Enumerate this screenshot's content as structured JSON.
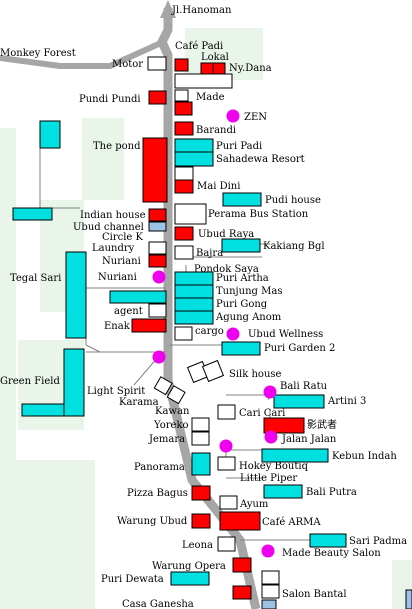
{
  "colors": {
    "road": "#a6a6a6",
    "leader": "#808080",
    "green_area": "#e8f5e8",
    "pond_label": "#4a7a4a",
    "red": "#ff0000",
    "cyan": "#00e0e0",
    "magenta": "#ee00ee",
    "light_blue": "#9cc2e6"
  },
  "roads": {
    "north": "Jl.Hanoman",
    "west": "Monkey Forest"
  },
  "labels": {
    "motor": "Motor",
    "cafe_padi": "Café Padi",
    "lokal": "Lokal",
    "ny_dana": "Ny.Dana",
    "pundi_pundi": "Pundi Pundi",
    "made": "Made",
    "zen": "ZEN",
    "barandi": "Barandi",
    "the_pond": "The pond",
    "puri_padi": "Puri Padi",
    "sahadewa": "Sahadewa Resort",
    "mai_dini": "Mai Dini",
    "pudi_house": "Pudi house",
    "indian_house": "Indian house",
    "perama": "Perama Bus Station",
    "ubud_channel": "Ubud channel",
    "ubud_raya": "Ubud Raya",
    "circle_k": "Circle K",
    "kakiang": "Kakiang Bgl",
    "laundry": "Laundry",
    "bajra": "Bajra",
    "nuriani_1": "Nuriani",
    "pondok_saya": "Pondok Saya",
    "nuriani_2": "Nuriani",
    "tegal_sari": "Tegal Sari",
    "puri_artha": "Puri Artha",
    "tunjung_mas": "Tunjung Mas",
    "puri_gong": "Puri Gong",
    "agung_anom": "Agung Anom",
    "agent": "agent",
    "enak": "Enak",
    "cargo": "cargo",
    "ubud_wellness": "Ubud Wellness",
    "puri_garden": "Puri Garden 2",
    "green_field": "Green Field",
    "light_spirit": "Light Spirit",
    "silk_house": "Silk house",
    "karama": "Karama",
    "bali_ratu": "Bali Ratu",
    "artini": "Artini 3",
    "kawan": "Kawan",
    "cari_cari": "Cari Cari",
    "yoreko": "Yoreko",
    "jp_label": "影武者",
    "jemara": "Jemara",
    "jalan_jalan": "Jalan Jalan",
    "panorama": "Panorama",
    "kebun_indah": "Kebun Indah",
    "hokey": "Hokey Boutiq",
    "little_piper": "Little Piper",
    "pizza_bagus": "Pizza Bagus",
    "bali_putra": "Bali Putra",
    "ayum": "Ayum",
    "warung_ubud": "Warung Ubud",
    "cafe_arma": "Café ARMA",
    "leona": "Leona",
    "sari_padma": "Sari Padma",
    "made_beauty": "Made Beauty Salon",
    "warung_opera": "Warung Opera",
    "puri_dewata": "Puri Dewata",
    "salon_bantal": "Salon Bantal",
    "casa_ganesha": "Casa Ganesha"
  }
}
